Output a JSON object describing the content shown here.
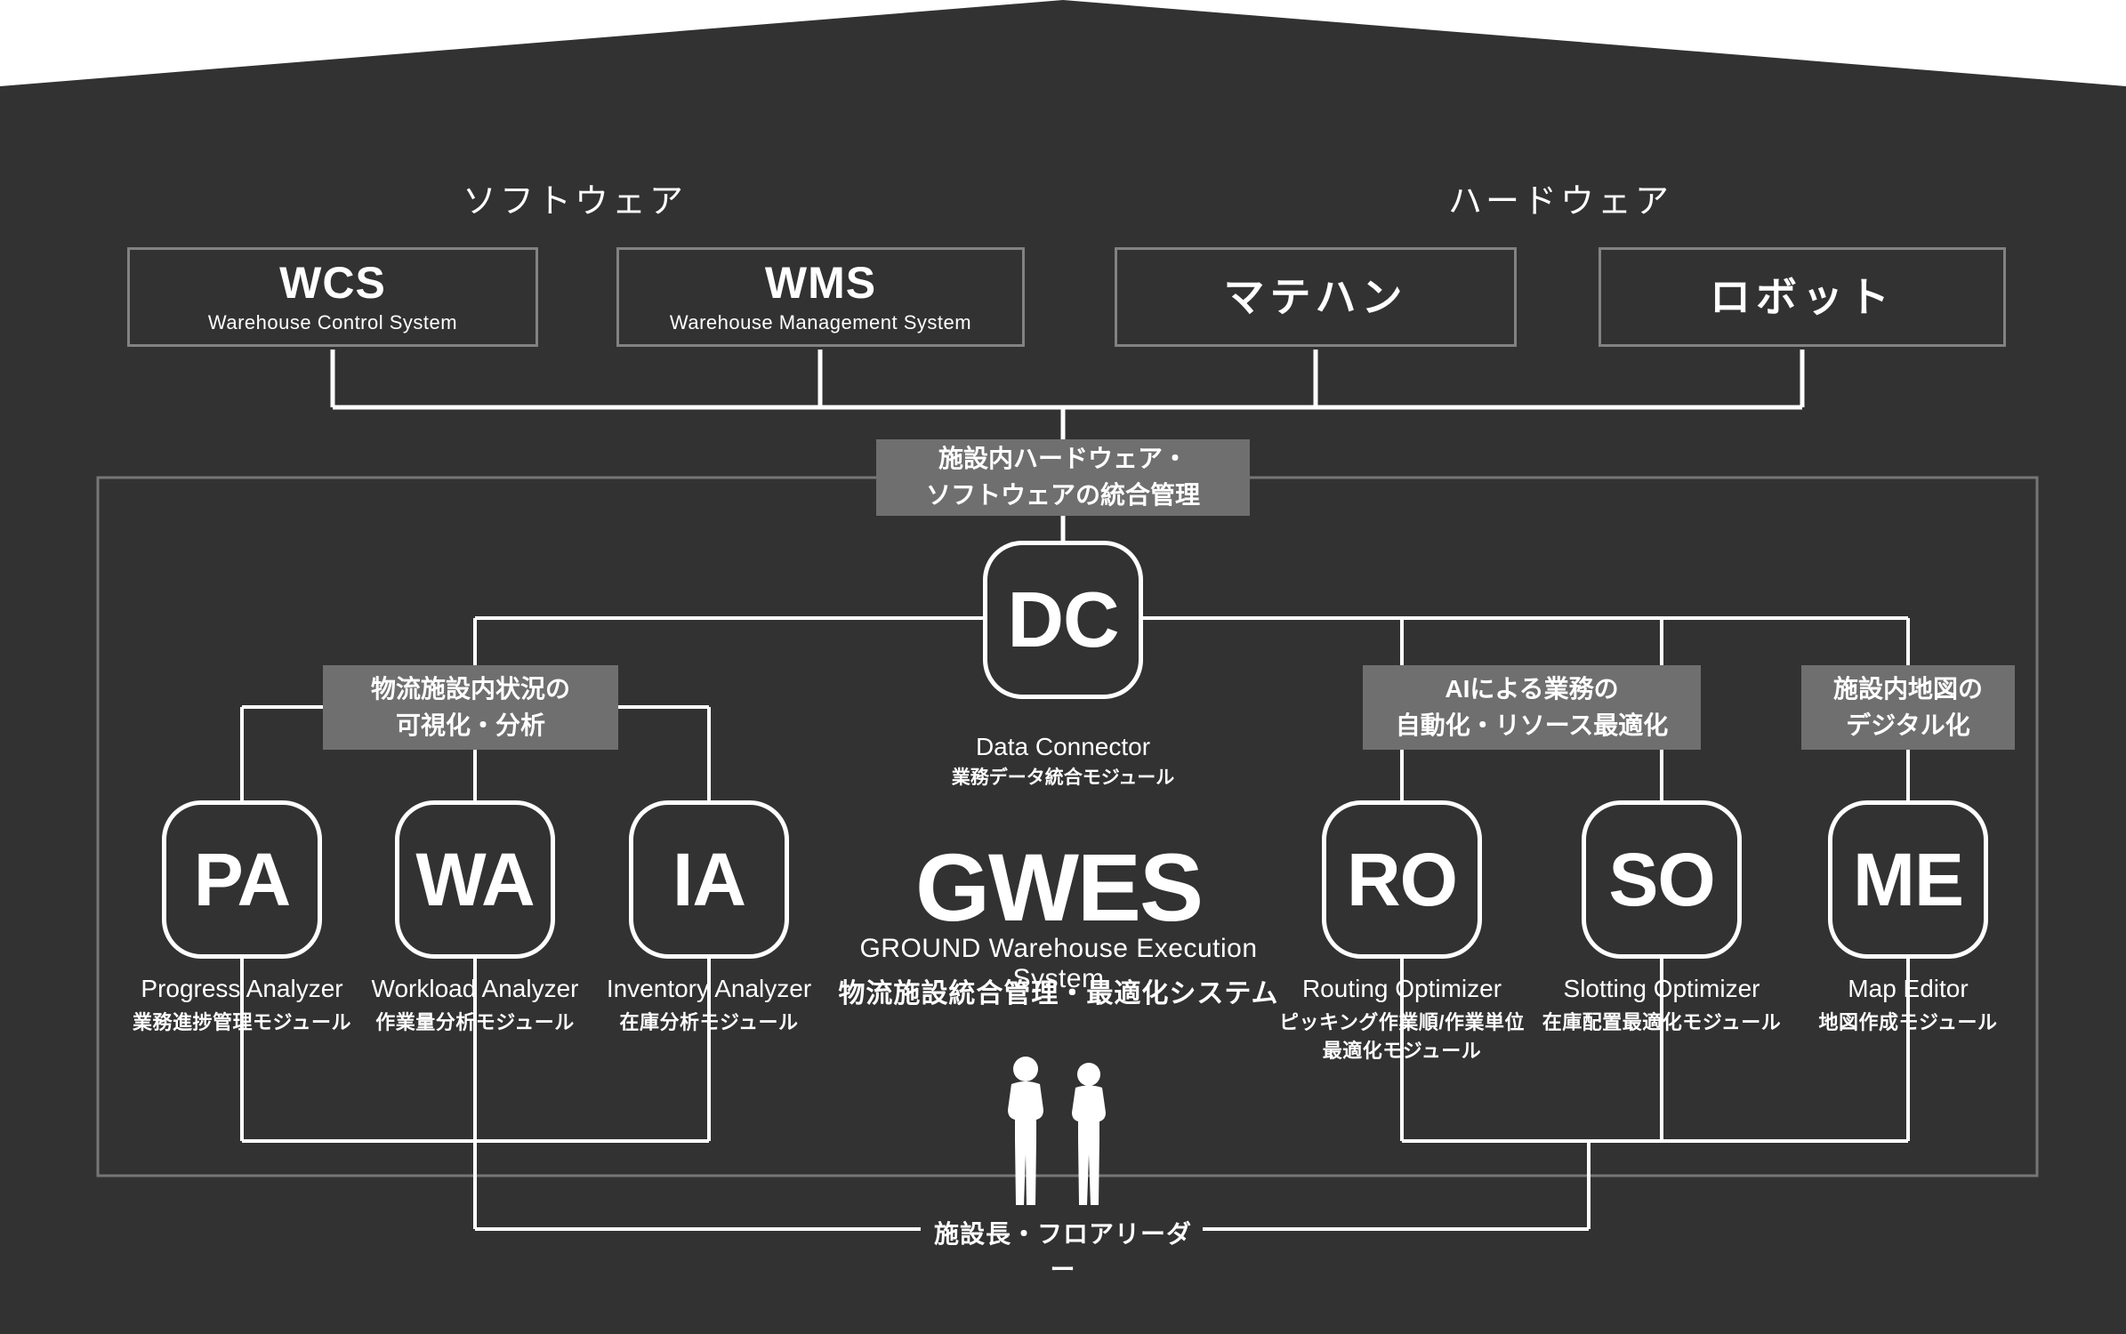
{
  "colors": {
    "background_dark": "#323232",
    "page_white": "#ffffff",
    "gray_label_bg": "#6f6f6f",
    "outer_rect_border": "#767676",
    "top_box_border": "#828282",
    "line_white": "#ffffff"
  },
  "sections": {
    "software_label": "ソフトウェア",
    "hardware_label": "ハードウェア"
  },
  "top_boxes": [
    {
      "title": "WCS",
      "subtitle": "Warehouse Control System"
    },
    {
      "title": "WMS",
      "subtitle": "Warehouse Management System"
    },
    {
      "title": "マテハン"
    },
    {
      "title": "ロボット"
    }
  ],
  "integration_label": {
    "line1": "施設内ハードウェア・",
    "line2": "ソフトウェアの統合管理"
  },
  "dc": {
    "abbr": "DC",
    "name": "Data Connector",
    "module": "業務データ統合モジュール"
  },
  "gwes": {
    "abbr": "GWES",
    "name": "GROUND Warehouse Execution System",
    "subtitle": "物流施設統合管理・最適化システム"
  },
  "group_labels": {
    "left": {
      "line1": "物流施設内状況の",
      "line2": "可視化・分析"
    },
    "ai": {
      "line1": "AIによる業務の",
      "line2": "自動化・リソース最適化"
    },
    "map": {
      "line1": "施設内地図の",
      "line2": "デジタル化"
    }
  },
  "modules": [
    {
      "abbr": "PA",
      "name": "Progress Analyzer",
      "jp1": "業務進捗管理モジュール"
    },
    {
      "abbr": "WA",
      "name": "Workload Analyzer",
      "jp1": "作業量分析モジュール"
    },
    {
      "abbr": "IA",
      "name": "Inventory Analyzer",
      "jp1": "在庫分析モジュール"
    },
    {
      "abbr": "RO",
      "name": "Routing Optimizer",
      "jp1": "ピッキング作業順/作業単位",
      "jp2": "最適化モジュール"
    },
    {
      "abbr": "SO",
      "name": "Slotting Optimizer",
      "jp1": "在庫配置最適化モジュール"
    },
    {
      "abbr": "ME",
      "name": "Map Editor",
      "jp1": "地図作成モジュール"
    }
  ],
  "footer": {
    "label": "施設長・フロアリーダー"
  }
}
